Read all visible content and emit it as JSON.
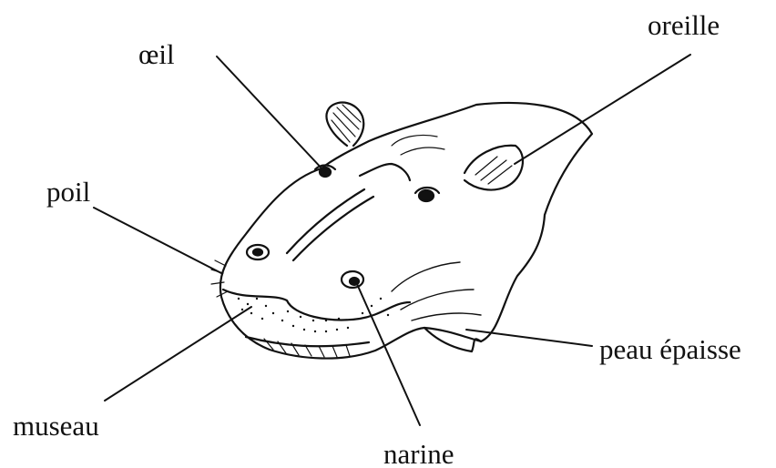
{
  "labels": {
    "oeil": "œil",
    "oreille": "oreille",
    "poil": "poil",
    "peau": "peau épaisse",
    "museau": "museau",
    "narine": "narine"
  },
  "colors": {
    "ink": "#111111",
    "background": "#ffffff"
  }
}
